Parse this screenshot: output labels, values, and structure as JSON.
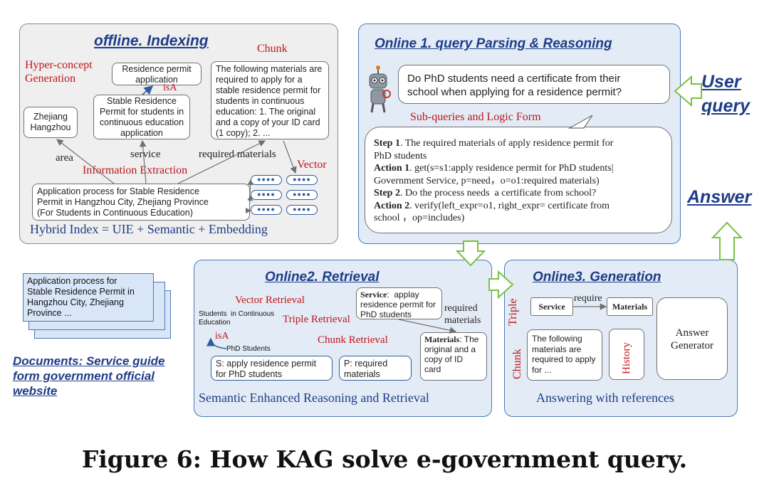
{
  "offline": {
    "title": "offline. Indexing",
    "hyper_concept": "Hyper-concept\nGeneration",
    "chunk_label": "Chunk",
    "residence_permit": "Residence permit\napplication",
    "isA_top": "isA",
    "stable_residence": "Stable Residence\nPermit for students in\ncontinuous education\napplication",
    "zhejiang": "Zhejiang\nHangzhou",
    "chunk_text": "The following materials are\nrequired to apply for a\nstable residence permit for\nstudents in continuous\neducation: 1. The original\nand a copy of your ID card\n(1 copy); 2. ...",
    "edge_area": "area",
    "edge_service": "service",
    "edge_required": "required materials",
    "vector_label": "Vector",
    "info_extraction": "Information Extraction",
    "app_process": "Application process for Stable Residence\nPermit in Hangzhou City, Zhejiang Province\n(For Students in Continuous Education)",
    "hybrid_index": "Hybrid Index = UIE + Semantic + Embedding",
    "vec_dots": "●●●●"
  },
  "online1": {
    "title": "Online 1. query Parsing & Reasoning",
    "question": "Do PhD students need a certificate from their\nschool when applying for a residence permit?",
    "subqueries_label": "Sub-queries and Logic Form",
    "steps": [
      {
        "k": "Step 1",
        "v": ". The required materials of apply residence permit for\nPhD students"
      },
      {
        "k": "Action 1",
        "v": ". get(s=s1:apply residence permit for PhD students|\nGovernment Service, p=need，o=o1:required materials)"
      },
      {
        "k": "Step 2",
        "v": ". Do the process needs  a certificate from school?"
      },
      {
        "k": "Action 2",
        "v": ". verify(left_expr=o1, right_expr= certificate from\nschool ，op=includes)"
      }
    ]
  },
  "side": {
    "user_query": "User\nquery",
    "answer": "Answer"
  },
  "documents": {
    "doc_text": "Application process for\nStable Residence Permit in\nHangzhou City, Zhejiang\nProvince ...",
    "label": "Documents: Service guide\nform government official\nwebsite"
  },
  "online2": {
    "title": "Online2. Retrieval",
    "vector_retrieval": "Vector Retrieval",
    "triple_retrieval": "Triple Retrieval",
    "chunk_retrieval": "Chunk Retrieval",
    "service_key": "Service",
    "service_val": ":  applay\nresidence permit for\nPhD students",
    "required_materials": "required\nmaterials",
    "students_label": "Students  in Continuous\nEducation",
    "isA": "isA",
    "phd_students": "PhD  Students",
    "materials_key": "Materials",
    "materials_val": ": The\noriginal and a\ncopy of ID\ncard",
    "s_box": "S: apply residence permit\nfor PhD students",
    "p_box": "P: required\nmaterials",
    "footer": "Semantic Enhanced Reasoning and Retrieval"
  },
  "online3": {
    "title": "Online3. Generation",
    "triple_label": "Triple",
    "service": "Service",
    "require": "require",
    "materials": "Materials",
    "chunk_label": "Chunk",
    "chunk_text": "The following\nmaterials are\nrequired to apply\nfor ...",
    "history": "History",
    "answer_generator": "Answer\nGenerator",
    "footer": "Answering with references"
  },
  "caption": "Figure 6: How KAG solve e-government query.",
  "colors": {
    "panel_blue": "#e3ecf6",
    "panel_gray": "#efefef",
    "title_blue": "#1f3c88",
    "red_label": "#c0141b",
    "arrow_green": "#7ac142"
  },
  "icons": [
    "robot-icon",
    "green-arrow-icon",
    "document-stack-icon",
    "vector-embedding-icon"
  ]
}
